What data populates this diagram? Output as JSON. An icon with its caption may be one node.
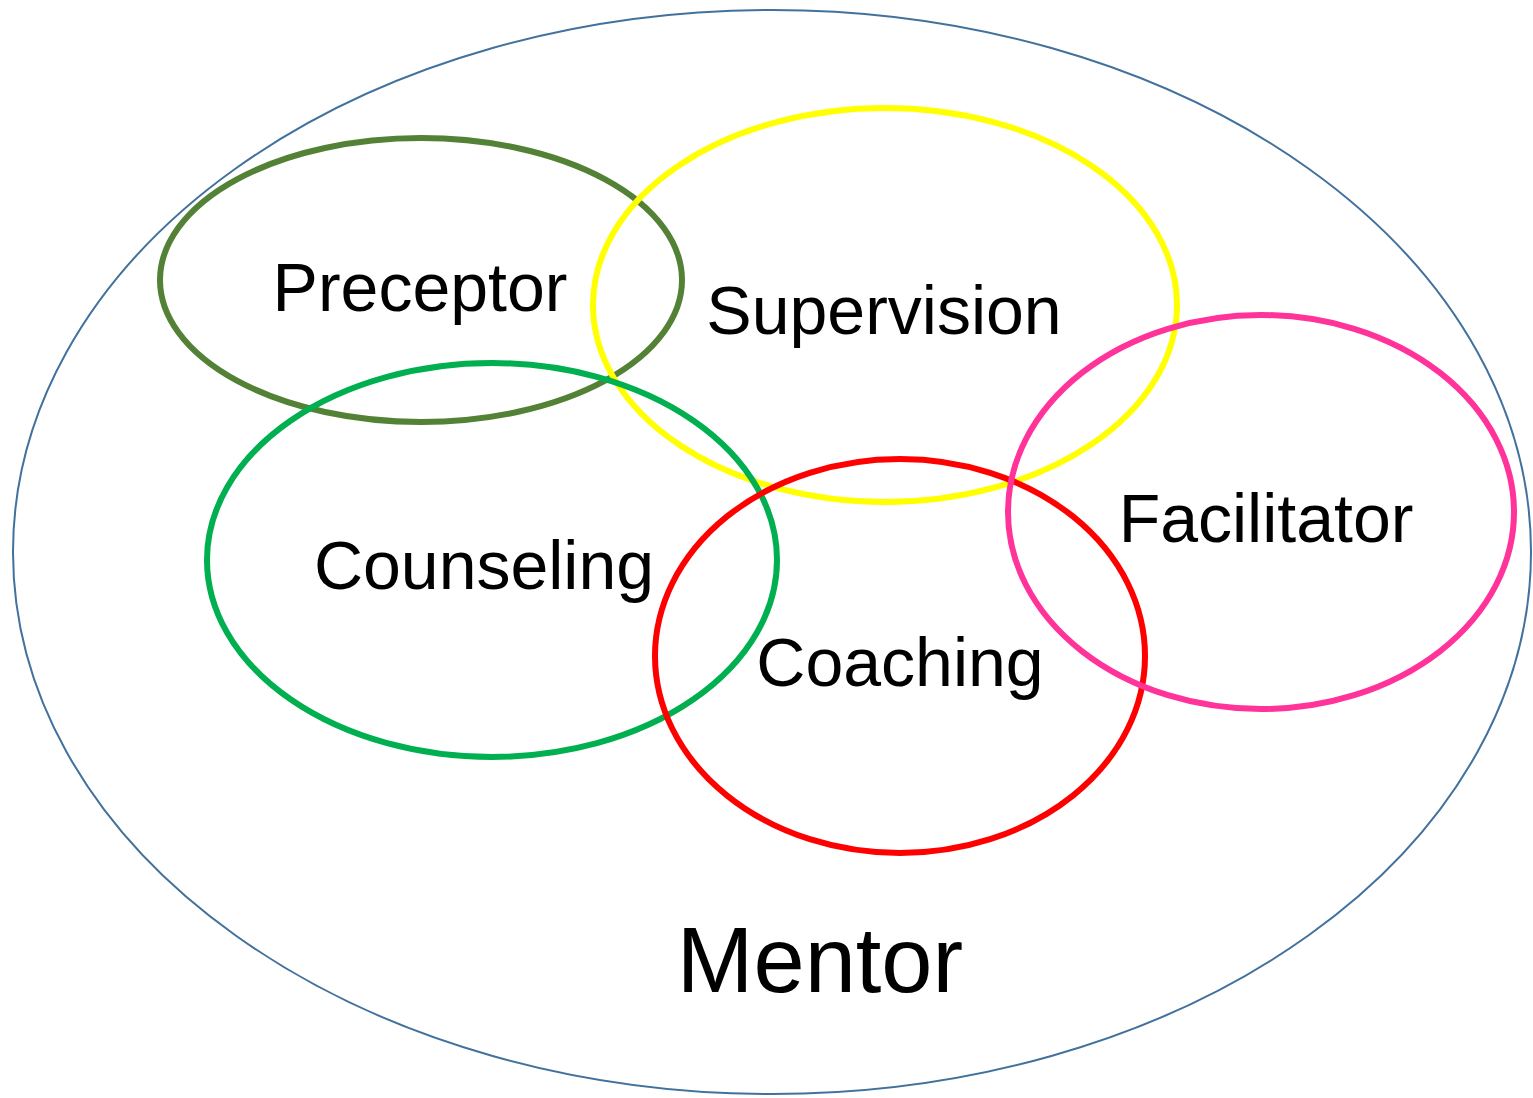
{
  "diagram": {
    "nodes": [
      {
        "text": [
          "Mentor"
        ]
      },
      {
        "text": [
          "Preceptor"
        ],
        "in": 0
      },
      {
        "text": [
          "Supervision"
        ],
        "in": 0
      },
      {
        "text": [
          "Counseling"
        ],
        "in": 0
      },
      {
        "text": [
          "Coaching"
        ],
        "in": 0
      },
      {
        "text": [
          "Facilitator"
        ],
        "in": 0
      }
    ]
  }
}
